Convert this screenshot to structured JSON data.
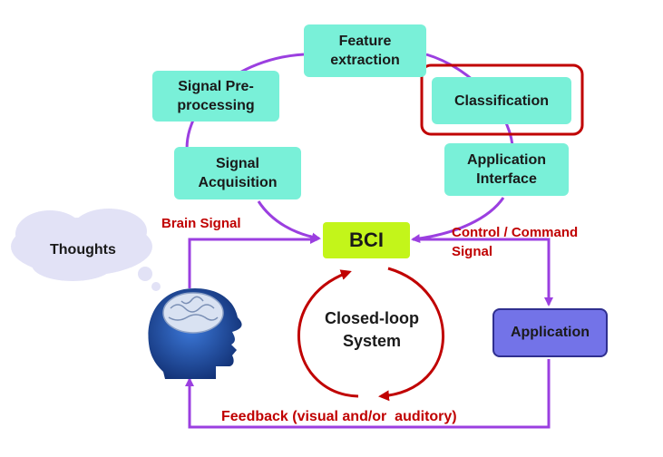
{
  "steps": {
    "feature_extraction": "Feature\nextraction",
    "signal_preprocessing": "Signal Pre-\nprocessing",
    "classification": "Classification",
    "signal_acquisition": "Signal\nAcquisition",
    "application_interface": "Application\nInterface"
  },
  "bci": "BCI",
  "thoughts": "Thoughts",
  "application": "Application",
  "labels": {
    "brain_signal": "Brain Signal",
    "control_command": "Control / Command\nSignal",
    "closed_loop": "Closed-loop\nSystem",
    "feedback": "Feedback (visual and/or  auditory)"
  },
  "colors": {
    "step_fill": "#79f0d8",
    "bci_fill": "#c3f51a",
    "application_fill": "#7373e8",
    "flow_purple": "#9b3fe0",
    "accent_red": "#c00000",
    "cloud_fill": "#e2e2f6",
    "head_blue": "#1e3f8a"
  },
  "icons": {
    "head": "brain-head-icon",
    "cloud": "thought-cloud-icon"
  }
}
